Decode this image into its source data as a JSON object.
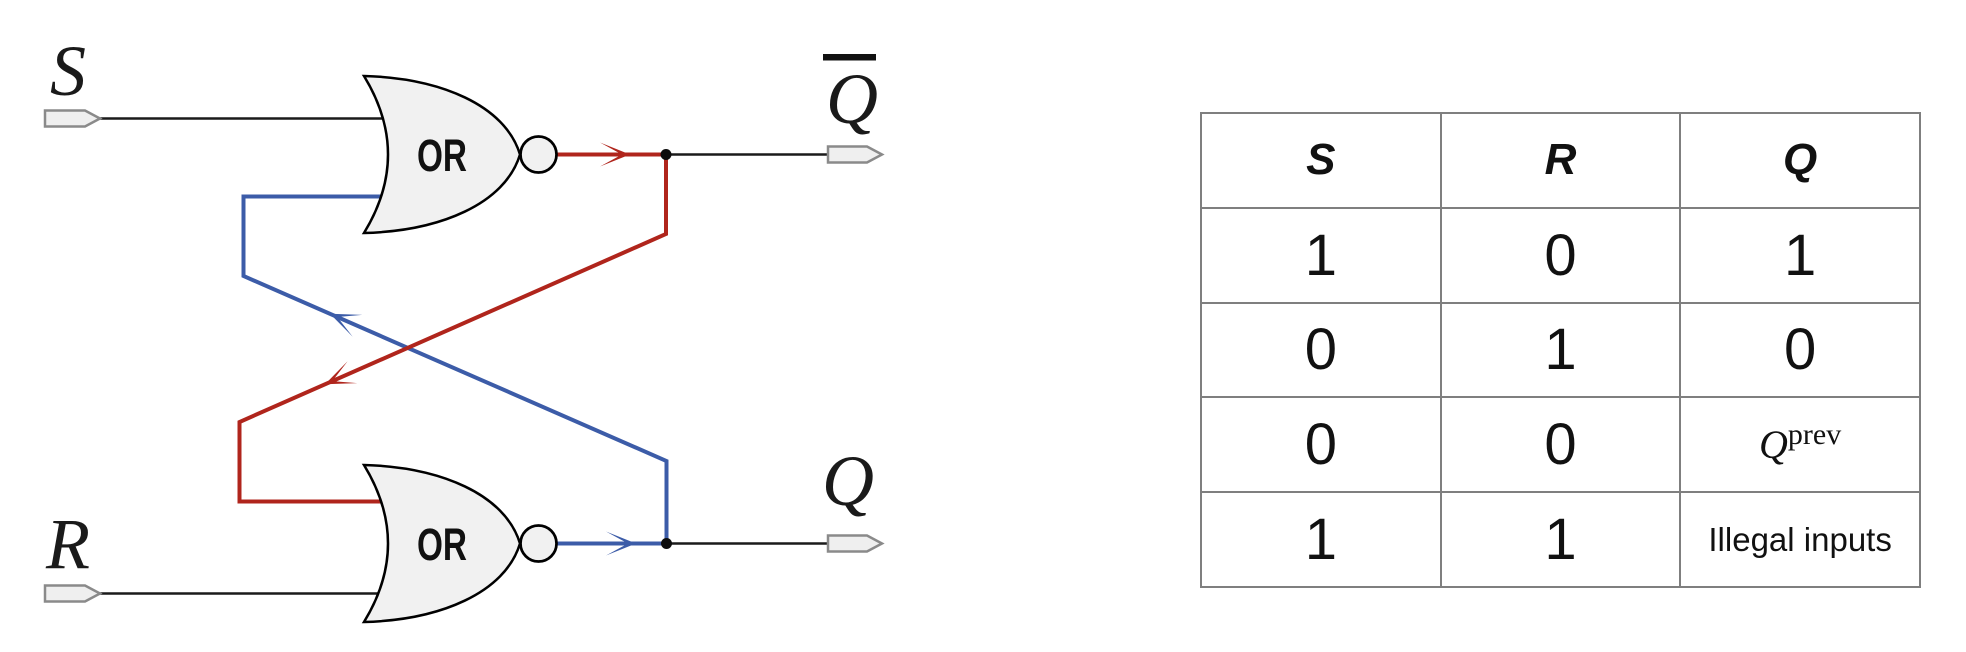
{
  "circuit": {
    "input_labels": {
      "s": "S",
      "r": "R"
    },
    "output_labels": {
      "q": "Q",
      "qbar_base": "Q"
    },
    "gates": {
      "top": "OR",
      "bottom": "OR"
    },
    "colors": {
      "feedback_red": "#b0251c",
      "feedback_blue": "#3c5ca8",
      "wire_black": "#1a1a1a"
    }
  },
  "table": {
    "headers": [
      "S",
      "R",
      "Q"
    ],
    "rows": [
      [
        "1",
        "0",
        "1"
      ],
      [
        "0",
        "1",
        "0"
      ],
      [
        "0",
        "0",
        "Qprev"
      ],
      [
        "1",
        "1",
        "Illegal inputs"
      ]
    ],
    "q_prev": {
      "base": "Q",
      "sup": "prev"
    }
  }
}
